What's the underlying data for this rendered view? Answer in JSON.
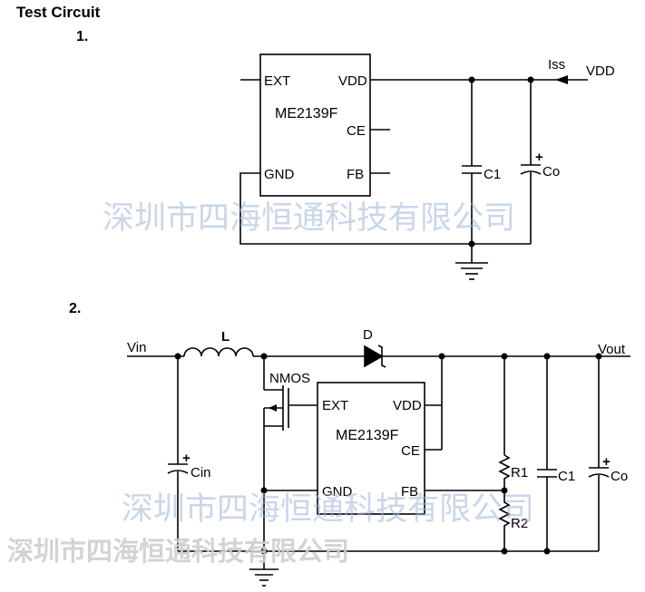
{
  "page": {
    "heading": "Test Circuit",
    "circuit1_number": "1.",
    "circuit2_number": "2."
  },
  "circuit1": {
    "chip_name": "ME2139F",
    "pin_ext": "EXT",
    "pin_vdd": "VDD",
    "pin_ce": "CE",
    "pin_gnd": "GND",
    "pin_fb": "FB",
    "current_label": "Iss",
    "supply_label": "VDD",
    "cap_c1": "C1",
    "cap_co": "Co",
    "plus_sign": "+"
  },
  "circuit2": {
    "chip_name": "ME2139F",
    "pin_ext": "EXT",
    "pin_vdd": "VDD",
    "pin_ce": "CE",
    "pin_gnd": "GND",
    "pin_fb": "FB",
    "vin_label": "Vin",
    "vout_label": "Vout",
    "inductor_label": "L",
    "diode_label": "D",
    "transistor_label": "NMOS",
    "cap_cin": "Cin",
    "cap_c1": "C1",
    "cap_co": "Co",
    "res_r1": "R1",
    "res_r2": "R2",
    "plus_sign": "+"
  },
  "watermark": {
    "text": "深圳市四海恒通科技有限公司"
  },
  "colors": {
    "line": "#000000",
    "watermark": "#9fb6d6"
  }
}
